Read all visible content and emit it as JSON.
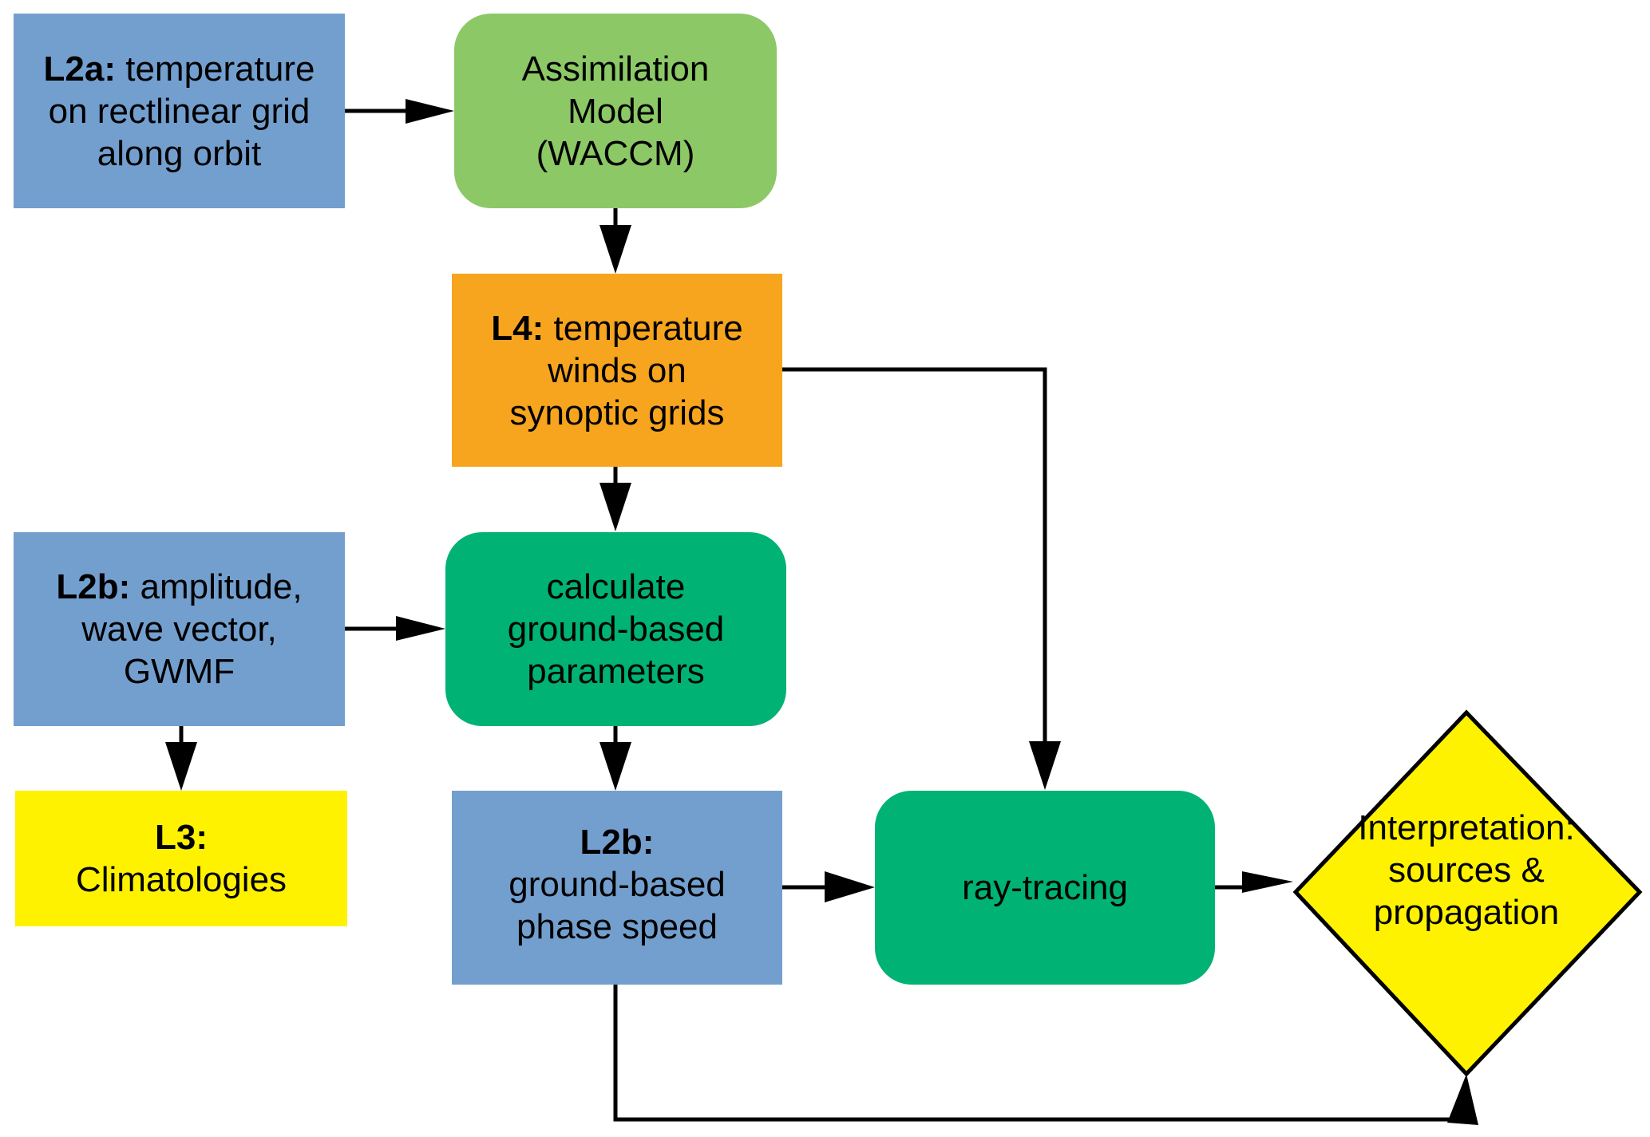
{
  "colors": {
    "level2": "#739fcf",
    "model": "#8cc866",
    "level4": "#f7a51e",
    "process": "#00b274",
    "output": "#fff200",
    "arrow": "#000000"
  },
  "nodes": {
    "l2a": {
      "bold": "L2a:",
      "lines": [
        "temperature",
        "on rectlinear grid",
        "along orbit"
      ]
    },
    "waccm": {
      "lines": [
        "Assimilation",
        "Model",
        "(WACCM)"
      ]
    },
    "l4": {
      "bold": "L4:",
      "lines": [
        "temperature",
        "winds on",
        "synoptic grids"
      ]
    },
    "l2b_amp": {
      "bold": "L2b:",
      "lines": [
        "amplitude,",
        "wave vector,",
        "GWMF"
      ]
    },
    "calc": {
      "lines": [
        "calculate",
        "ground-based",
        "parameters"
      ]
    },
    "l3": {
      "bold": "L3:",
      "lines": [
        "Climatologies"
      ]
    },
    "l2b_phase": {
      "bold": "L2b:",
      "lines": [
        "ground-based",
        "phase speed"
      ]
    },
    "raytracing": {
      "lines": [
        "ray-tracing"
      ]
    },
    "interpretation": {
      "lines": [
        "Interpretation:",
        "sources &",
        "propagation"
      ]
    }
  },
  "edges": [
    {
      "from": "l2a",
      "to": "waccm"
    },
    {
      "from": "waccm",
      "to": "l4"
    },
    {
      "from": "l4",
      "to": "calc"
    },
    {
      "from": "l4",
      "to": "raytracing"
    },
    {
      "from": "l2b_amp",
      "to": "calc"
    },
    {
      "from": "l2b_amp",
      "to": "l3"
    },
    {
      "from": "calc",
      "to": "l2b_phase"
    },
    {
      "from": "l2b_phase",
      "to": "raytracing"
    },
    {
      "from": "raytracing",
      "to": "interpretation"
    },
    {
      "from": "l2b_phase",
      "to": "interpretation"
    }
  ]
}
